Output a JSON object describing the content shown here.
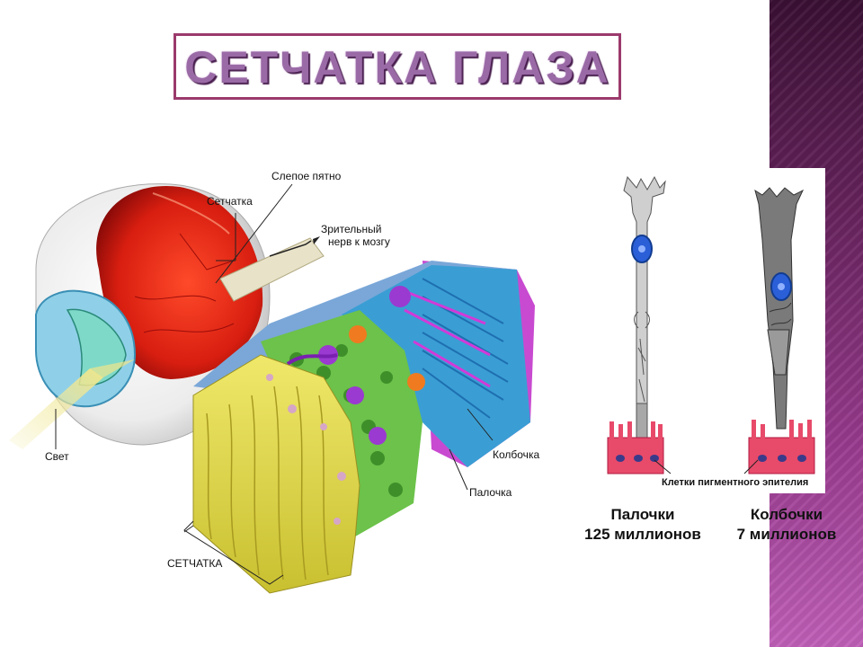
{
  "slide": {
    "title": "СЕТЧАТКА ГЛАЗА",
    "colors": {
      "title_border": "#9b3a6c",
      "title_fill": "#9a6aa6",
      "side_band": "#7a2a70"
    }
  },
  "retina_diagram": {
    "labels": {
      "blind_spot": "Слепое пятно",
      "retina": "Сетчатка",
      "optic_nerve_line1": "Зрительный",
      "optic_nerve_line2": "нерв к мозгу",
      "light": "Свет",
      "cone": "Колбочка",
      "rod": "Палочка",
      "retina_layer": "СЕТЧАТКА"
    }
  },
  "photoreceptors": {
    "epithelium_label": "Клетки пигментного эпителия",
    "rods": {
      "name": "Палочки",
      "count": "125 миллионов"
    },
    "cones": {
      "name": "Колбочки",
      "count": "7 миллионов"
    }
  }
}
